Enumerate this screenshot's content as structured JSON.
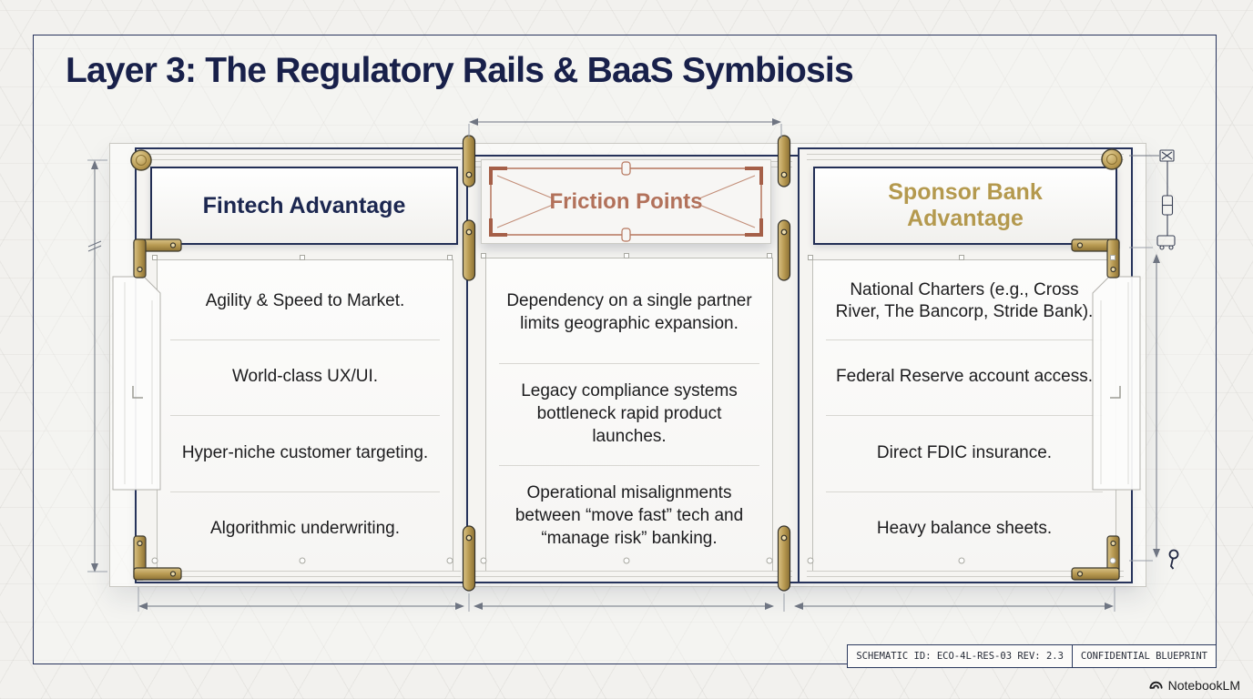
{
  "title": "Layer 3: The Regulatory Rails & BaaS Symbiosis",
  "columns": {
    "fintech": {
      "header": "Fintech Advantage",
      "items": [
        "Agility & Speed to Market.",
        "World-class UX/UI.",
        "Hyper-niche customer targeting.",
        "Algorithmic underwriting."
      ]
    },
    "friction": {
      "header": "Friction Points",
      "items": [
        "Dependency on a single partner limits geographic expansion.",
        "Legacy compliance systems bottleneck rapid product launches.",
        "Operational misalignments between “move fast” tech and “manage risk” banking."
      ]
    },
    "sponsor": {
      "header": "Sponsor Bank Advantage",
      "items": [
        "National Charters (e.g., Cross River, The Bancorp, Stride Bank).",
        "Federal Reserve account access.",
        "Direct FDIC insurance.",
        "Heavy balance sheets."
      ]
    }
  },
  "footer": {
    "schematic_id": "SCHEMATIC ID: ECO-4L-RES-03 REV: 2.3",
    "classification": "CONFIDENTIAL BLUEPRINT"
  },
  "branding": {
    "name": "NotebookLM"
  },
  "colors": {
    "navy": "#1c2750",
    "copper": "#b2715a",
    "gold": "#b4994e",
    "brass": "#b89a52",
    "canvas": "#f2f1ee"
  }
}
